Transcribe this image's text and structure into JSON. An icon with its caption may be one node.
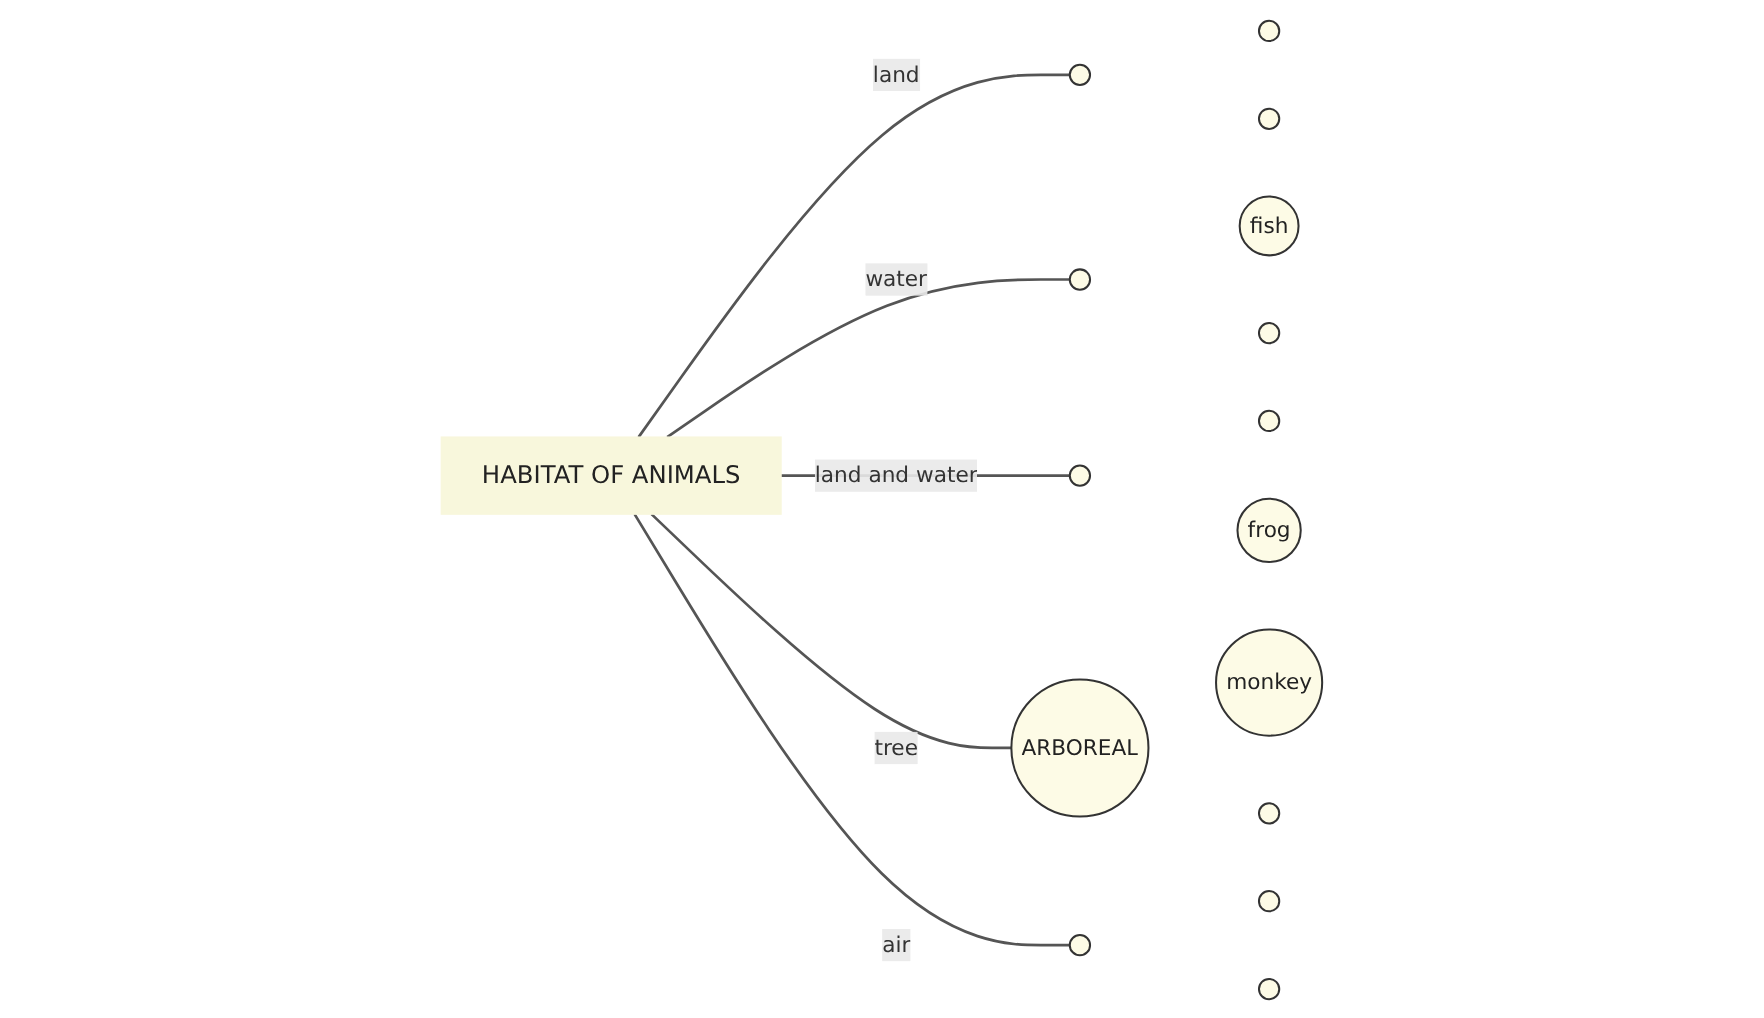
{
  "diagram": {
    "nodes": [
      {
        "text": [
          "HABITAT OF ANIMALS"
        ]
      },
      {
        "text": [],
        "shape": "circle"
      },
      {
        "text": [],
        "shape": "circle"
      },
      {
        "text": [],
        "shape": "circle"
      },
      {
        "text": [],
        "shape": "circle"
      },
      {
        "text": [
          "fish"
        ]
      },
      {
        "text": [],
        "shape": "circle"
      },
      {
        "text": [],
        "shape": "circle"
      },
      {
        "text": [],
        "shape": "circle"
      },
      {
        "text": [
          "frog"
        ]
      },
      {
        "text": [
          "ARBOREAL"
        ]
      },
      {
        "text": [
          "monkey"
        ]
      },
      {
        "text": [],
        "shape": "circle"
      },
      {
        "text": [],
        "shape": "circle"
      },
      {
        "text": [],
        "shape": "circle"
      },
      {
        "text": [],
        "shape": "circle"
      }
    ],
    "edges": [
      {
        "from": 0,
        "to": 3,
        "arrow": "none",
        "label": "land"
      },
      {
        "from": 0,
        "to": 4,
        "arrow": "none",
        "label": "water"
      },
      {
        "from": 0,
        "to": 7,
        "arrow": "none",
        "label": "land and water"
      },
      {
        "from": 0,
        "to": 10,
        "arrow": "none",
        "label": "tree"
      },
      {
        "from": 0,
        "to": 13,
        "arrow": "none",
        "label": "air"
      }
    ]
  }
}
